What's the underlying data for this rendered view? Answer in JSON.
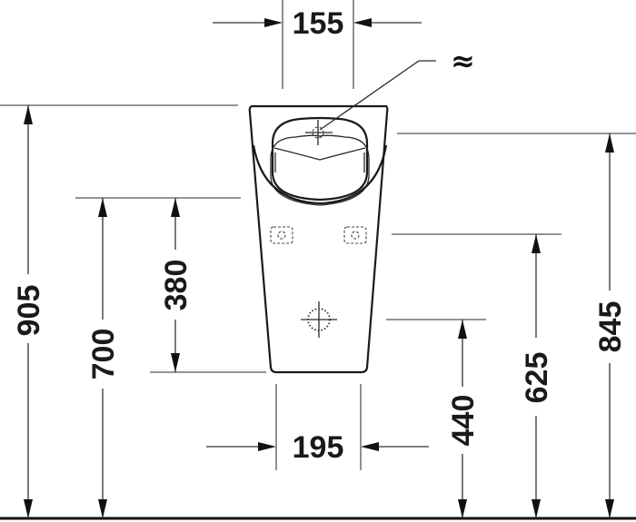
{
  "drawing": {
    "subject": "Wall-mounted urinal, front elevation",
    "units": "mm",
    "water_inlet_symbol": "≈",
    "dimensions": {
      "top_width": "155",
      "bottom_width": "195",
      "overall_height": "905",
      "rim_height": "845",
      "bowl_top_height": "700",
      "bowl_depth": "380",
      "fixing_height": "625",
      "outlet_height": "440"
    }
  }
}
